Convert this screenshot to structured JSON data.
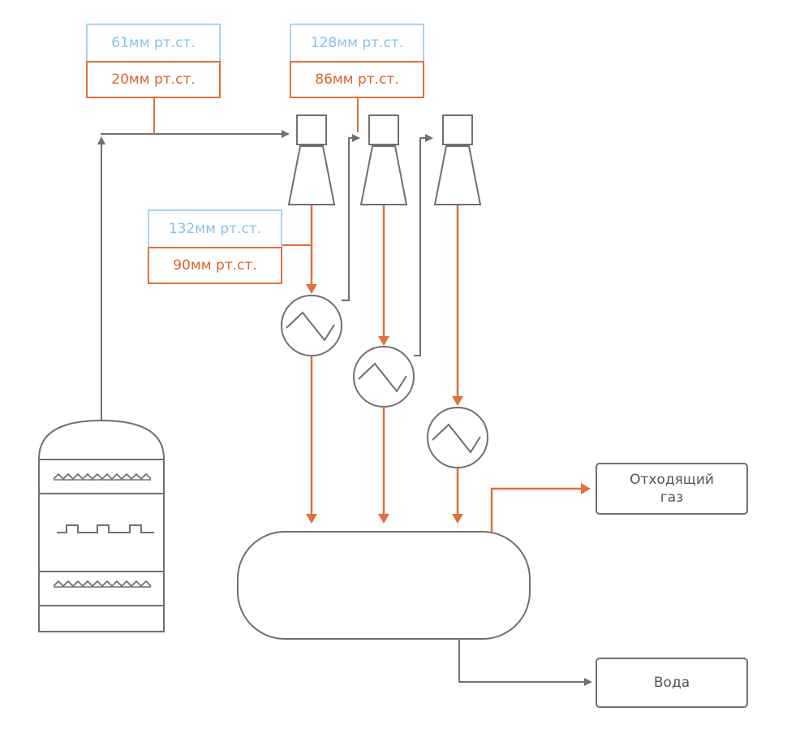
{
  "pressures": {
    "p1": {
      "measured": "61мм рт.ст.",
      "design": "20мм рт.ст."
    },
    "p2": {
      "measured": "128мм рт.ст.",
      "design": "86мм рт.ст."
    },
    "p3": {
      "measured": "132мм рт.ст.",
      "design": "90мм рт.ст."
    }
  },
  "outputs": {
    "gas_line1": "Отходящий",
    "gas_line2": "газ",
    "water": "Вода"
  },
  "colors": {
    "gray_line": "#707070",
    "orange_line": "#e0703e",
    "blue_label": "#86c2ea"
  }
}
